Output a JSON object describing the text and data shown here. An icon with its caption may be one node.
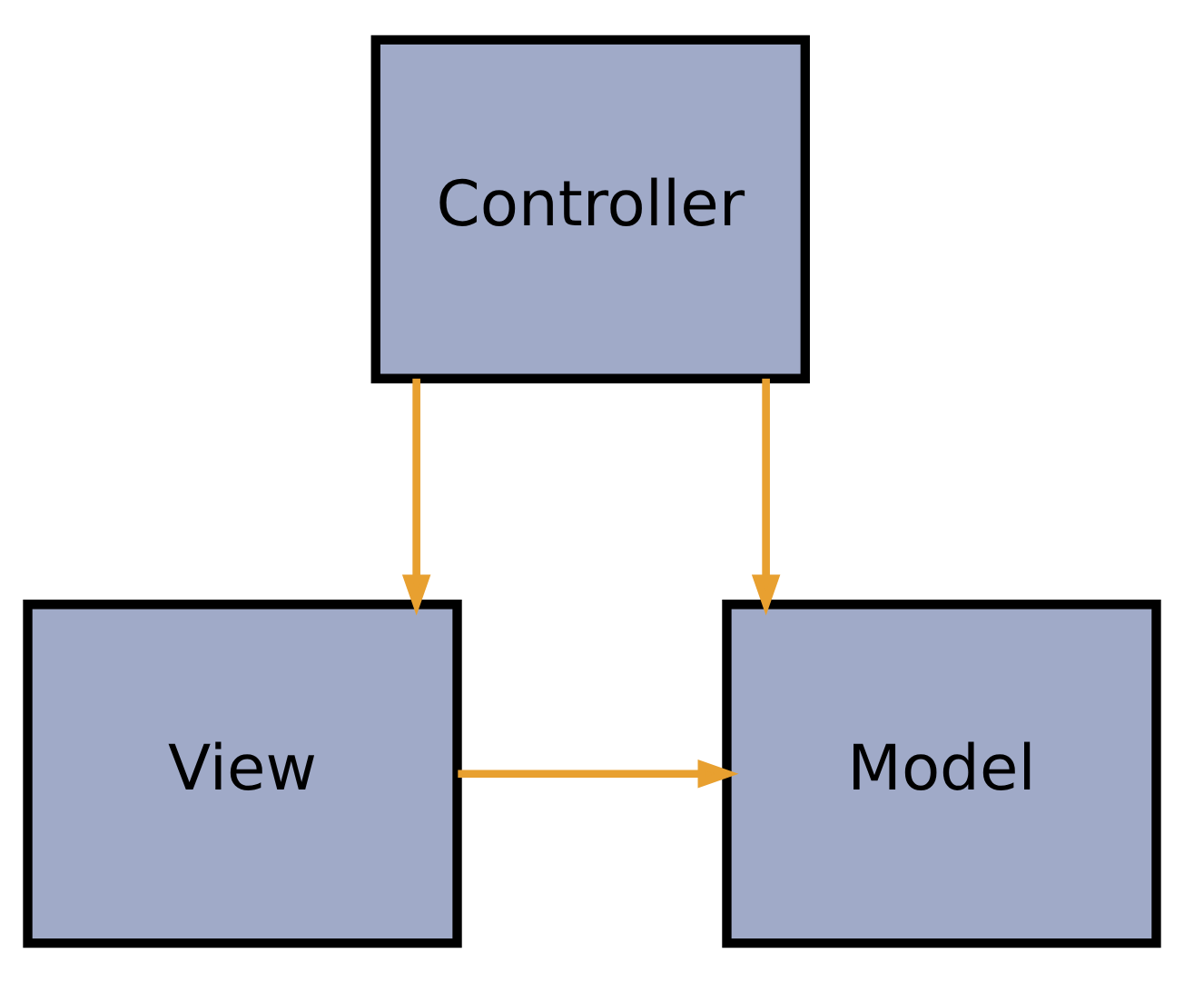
{
  "diagram": {
    "nodes": [
      {
        "text": [
          "Controller"
        ]
      },
      {
        "text": [
          "Model"
        ]
      },
      {
        "text": [
          "View"
        ]
      }
    ],
    "edges": [
      {
        "from": 0,
        "to": 1,
        "arrow": "to"
      },
      {
        "from": 0,
        "to": 2,
        "arrow": "to"
      },
      {
        "from": 2,
        "to": 1,
        "arrow": "to"
      }
    ]
  }
}
